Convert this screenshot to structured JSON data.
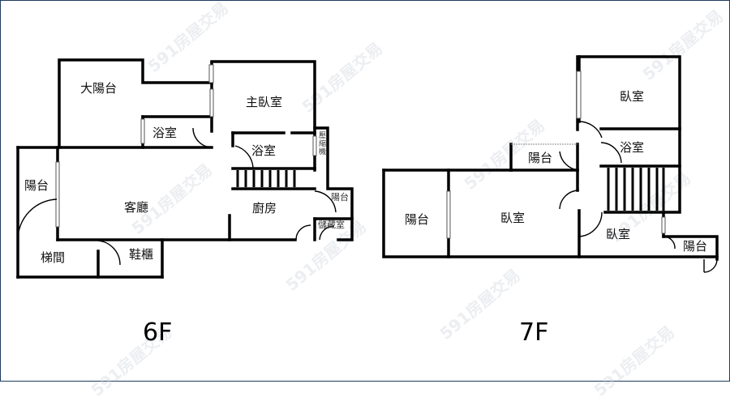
{
  "floors": [
    {
      "id": "6F",
      "label": "6F",
      "rooms": {
        "big_balcony": "大陽台",
        "master_bedroom": "主臥室",
        "bathroom_a": "浴室",
        "bathroom_b": "浴室",
        "balcony_left": "陽台",
        "living_room": "客廳",
        "kitchen": "廚房",
        "balcony_small": "陽台",
        "storage": "儲藏室",
        "compressor": "壓縮機",
        "stairwell": "梯間",
        "shoe_cabinet": "鞋櫃"
      }
    },
    {
      "id": "7F",
      "label": "7F",
      "rooms": {
        "bedroom_top": "臥室",
        "bathroom": "浴室",
        "balcony_mid": "陽台",
        "balcony_left": "陽台",
        "bedroom_main": "臥室",
        "bedroom_small": "臥室",
        "balcony_right": "陽台"
      }
    }
  ],
  "watermark": "591房屋交易",
  "colors": {
    "frame": "#1f3a5f",
    "wall": "#000000"
  }
}
